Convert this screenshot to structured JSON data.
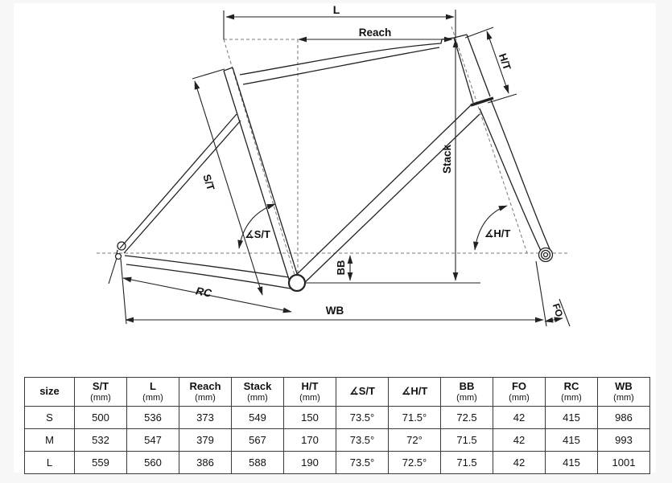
{
  "diagram": {
    "labels": {
      "l": "L",
      "reach": "Reach",
      "ht": "H/T",
      "stack": "Stack",
      "st": "S/T",
      "st_angle": "∡S/T",
      "ht_angle": "∡H/T",
      "bb": "BB",
      "rc": "RC",
      "wb": "WB",
      "fo": "FO"
    },
    "line_color": "#222222",
    "dash_color": "#777777"
  },
  "table": {
    "columns": [
      {
        "label": "size",
        "unit": ""
      },
      {
        "label": "S/T",
        "unit": "(mm)"
      },
      {
        "label": "L",
        "unit": "(mm)"
      },
      {
        "label": "Reach",
        "unit": "(mm)"
      },
      {
        "label": "Stack",
        "unit": "(mm)"
      },
      {
        "label": "H/T",
        "unit": "(mm)"
      },
      {
        "label": "∡S/T",
        "unit": ""
      },
      {
        "label": "∡H/T",
        "unit": ""
      },
      {
        "label": "BB",
        "unit": "(mm)"
      },
      {
        "label": "FO",
        "unit": "(mm)"
      },
      {
        "label": "RC",
        "unit": "(mm)"
      },
      {
        "label": "WB",
        "unit": "(mm)"
      }
    ],
    "rows": [
      {
        "cells": [
          "S",
          "500",
          "536",
          "373",
          "549",
          "150",
          "73.5°",
          "71.5°",
          "72.5",
          "42",
          "415",
          "986"
        ]
      },
      {
        "cells": [
          "M",
          "532",
          "547",
          "379",
          "567",
          "170",
          "73.5°",
          "72°",
          "71.5",
          "42",
          "415",
          "993"
        ]
      },
      {
        "cells": [
          "L",
          "559",
          "560",
          "386",
          "588",
          "190",
          "73.5°",
          "72.5°",
          "71.5",
          "42",
          "415",
          "1001"
        ]
      }
    ]
  }
}
